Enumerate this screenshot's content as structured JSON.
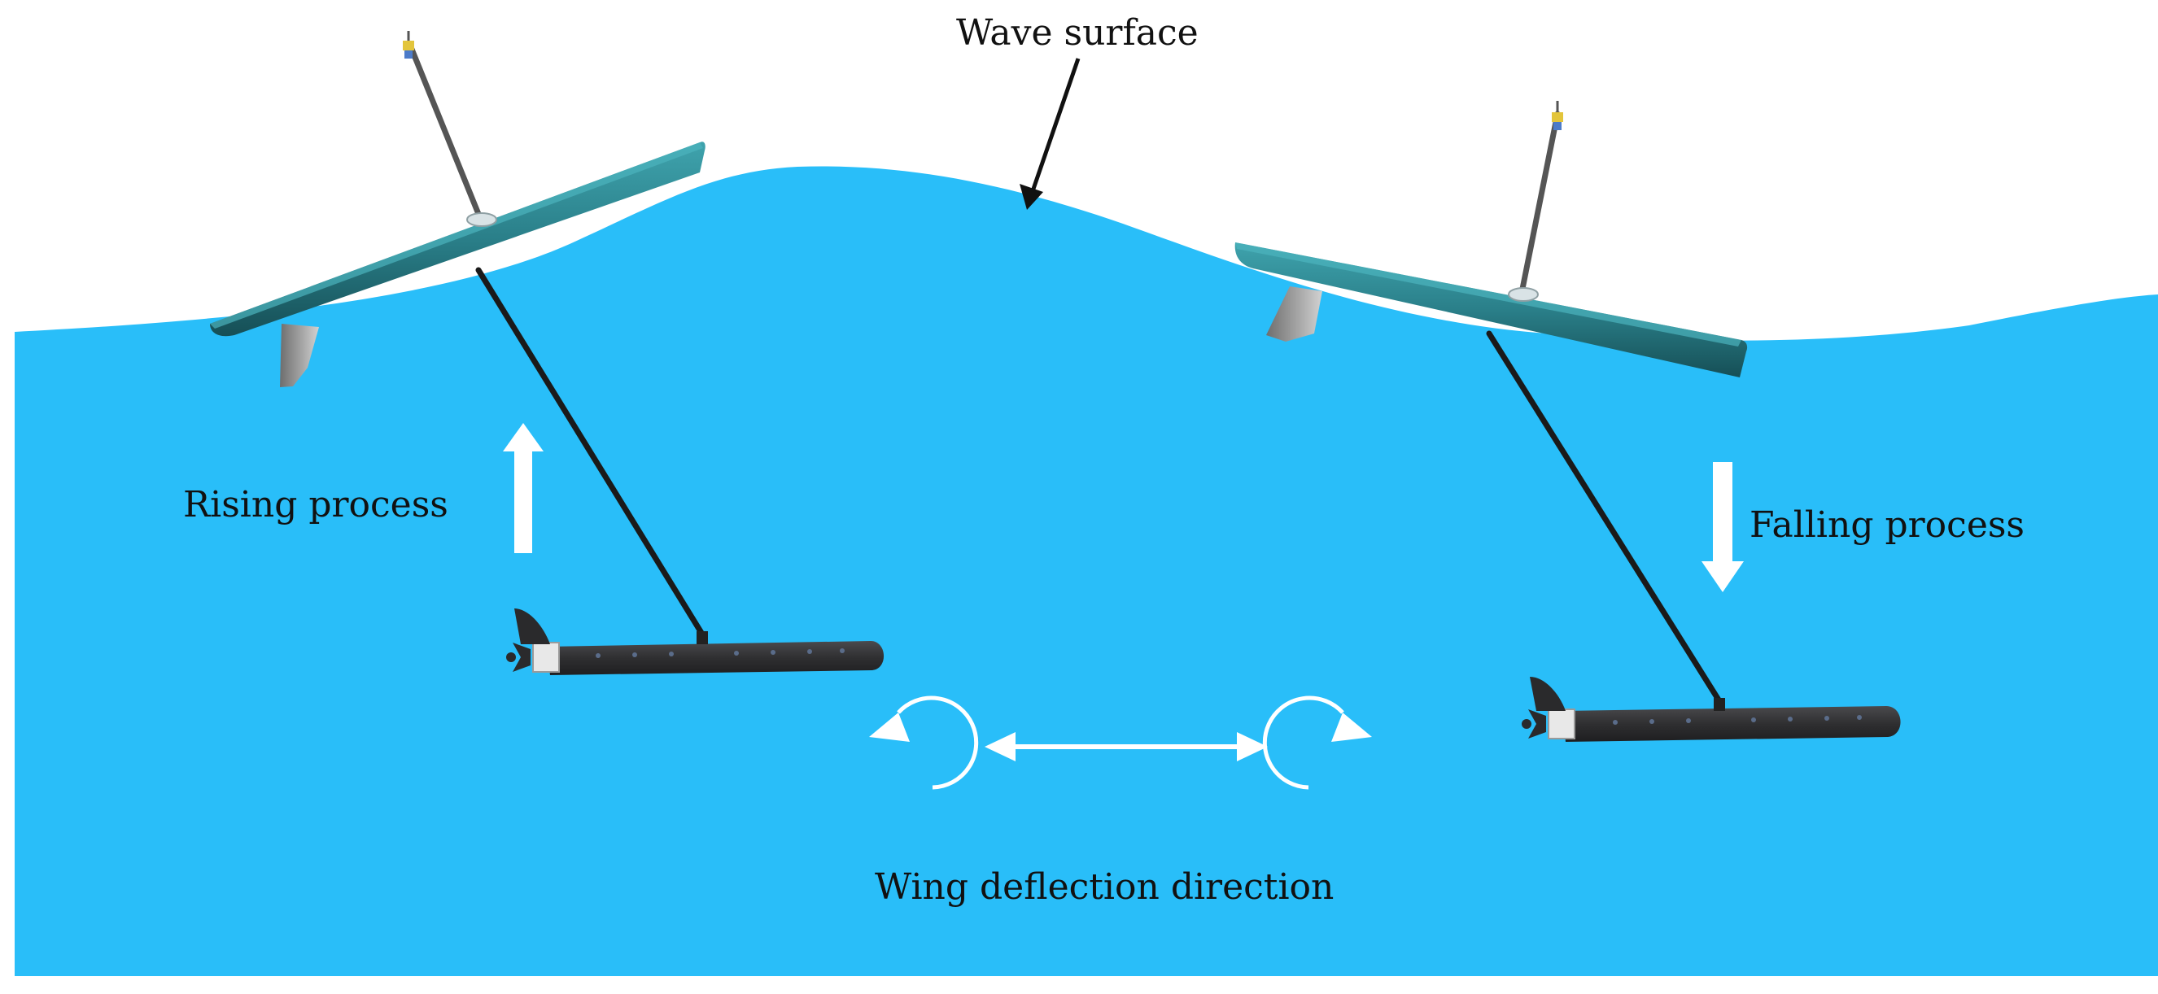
{
  "labels": {
    "wave_surface": "Wave surface",
    "rising_process": "Rising process",
    "falling_process": "Falling process",
    "wing_deflection": "Wing deflection direction"
  },
  "colors": {
    "water": "#29BEF9",
    "hull": "#2A7F89",
    "hull_dark": "#1B5E66",
    "glider_body": "#3A3A3C",
    "tether": "#1A1A1A",
    "arrow": "#FFFFFF",
    "fin": "#8E8E8E"
  }
}
